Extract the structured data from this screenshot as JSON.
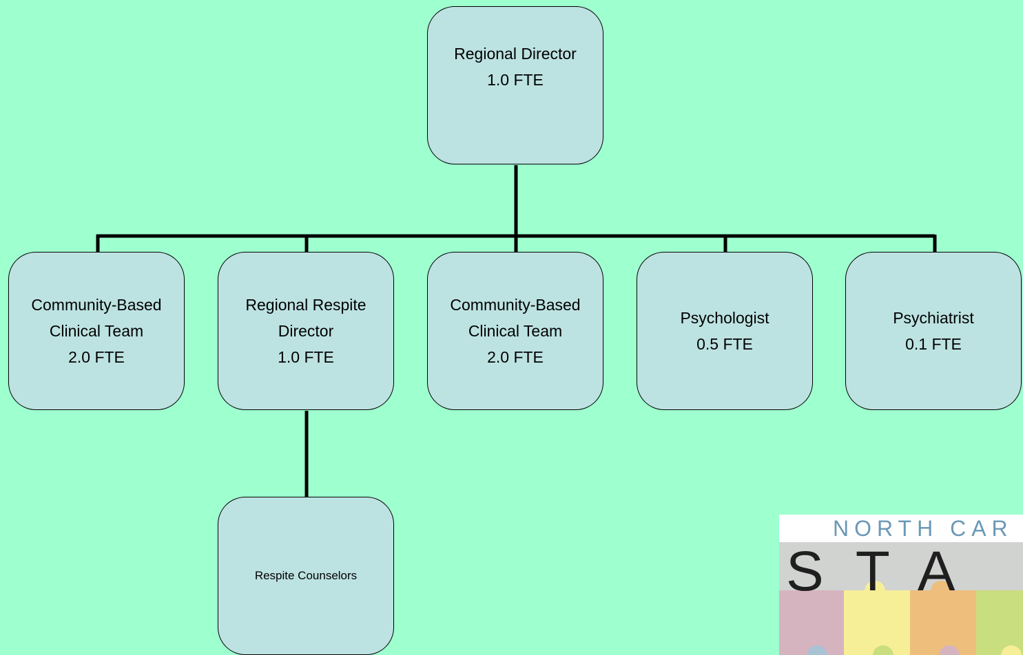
{
  "diagram": {
    "nodes": {
      "director": {
        "lines": [
          "Regional Director",
          "1.0 FTE"
        ]
      },
      "team_1": {
        "lines": [
          "Community-Based",
          "Clinical Team",
          "2.0 FTE"
        ]
      },
      "respite_director": {
        "lines": [
          "Regional Respite",
          "Director",
          "1.0 FTE"
        ]
      },
      "team_2": {
        "lines": [
          "Community-Based",
          "Clinical Team",
          "2.0 FTE"
        ]
      },
      "psychologist": {
        "lines": [
          "Psychologist",
          "0.5 FTE"
        ]
      },
      "psychiatrist": {
        "lines": [
          "Psychiatrist",
          "0.1 FTE"
        ]
      },
      "counselors": {
        "lines": [
          "Respite Counselors"
        ]
      }
    },
    "edges": [
      [
        "director",
        "team_1"
      ],
      [
        "director",
        "respite_director"
      ],
      [
        "director",
        "team_2"
      ],
      [
        "director",
        "psychologist"
      ],
      [
        "director",
        "psychiatrist"
      ],
      [
        "respite_director",
        "counselors"
      ]
    ]
  },
  "logo": {
    "brand_text": "NORTH CAR",
    "word_text": "STA"
  },
  "colors": {
    "background": "#9effcf",
    "node_fill": "#bde2e2",
    "node_border": "#000000"
  }
}
